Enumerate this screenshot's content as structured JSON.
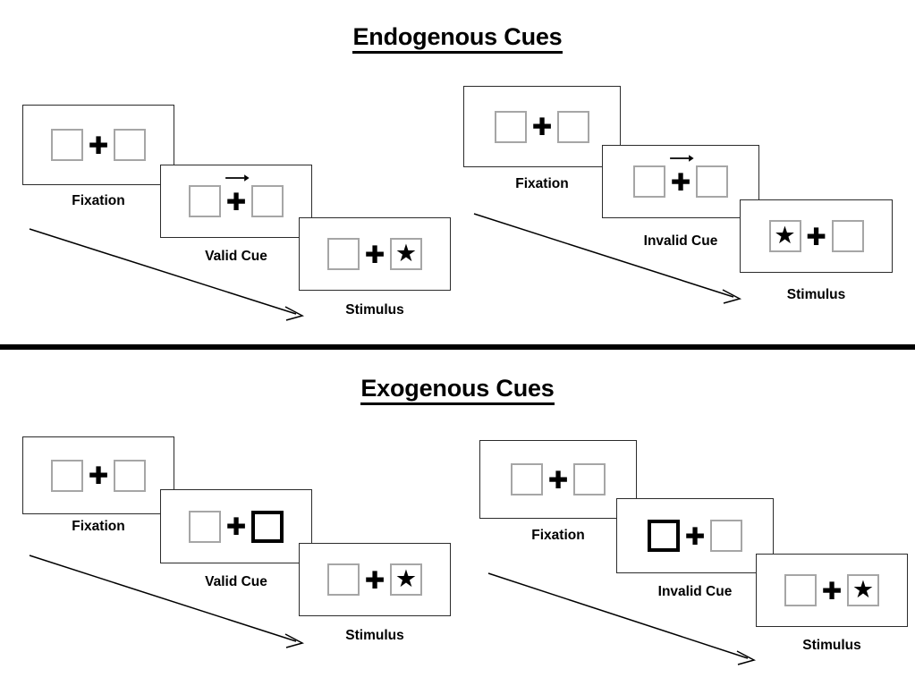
{
  "figure": {
    "title_top": "Endogenous Cues",
    "title_bottom": "Exogenous Cues",
    "colors": {
      "frame_border": "#2b2b2b",
      "box_border": "#a6a6a6",
      "highlight_border": "#000000",
      "ink": "#000000",
      "background": "#ffffff"
    },
    "icons": {
      "fixation_cross": "plus-cross-icon",
      "cue_arrow": "right-arrow-cue-icon",
      "target": "black-star-icon",
      "sequence_arrow": "diagonal-sequence-arrow-icon",
      "divider": "section-divider"
    }
  },
  "sections": [
    {
      "id": "endogenous",
      "title": "Endogenous Cues",
      "conditions": [
        {
          "id": "endogenous-valid",
          "frames": [
            {
              "caption": "Fixation",
              "cue": "none",
              "left_box": "plain",
              "right_box": "plain",
              "target": "none"
            },
            {
              "caption": "Valid Cue",
              "cue": "arrow-right",
              "left_box": "plain",
              "right_box": "plain",
              "target": "none"
            },
            {
              "caption": "Stimulus",
              "cue": "none",
              "left_box": "plain",
              "right_box": "plain",
              "target": "right"
            }
          ]
        },
        {
          "id": "endogenous-invalid",
          "frames": [
            {
              "caption": "Fixation",
              "cue": "none",
              "left_box": "plain",
              "right_box": "plain",
              "target": "none"
            },
            {
              "caption": "Invalid Cue",
              "cue": "arrow-right",
              "left_box": "plain",
              "right_box": "plain",
              "target": "none"
            },
            {
              "caption": "Stimulus",
              "cue": "none",
              "left_box": "plain",
              "right_box": "plain",
              "target": "left"
            }
          ]
        }
      ]
    },
    {
      "id": "exogenous",
      "title": "Exogenous Cues",
      "conditions": [
        {
          "id": "exogenous-valid",
          "frames": [
            {
              "caption": "Fixation",
              "cue": "none",
              "left_box": "plain",
              "right_box": "plain",
              "target": "none"
            },
            {
              "caption": "Valid Cue",
              "cue": "box-highlight",
              "left_box": "plain",
              "right_box": "highlight",
              "target": "none"
            },
            {
              "caption": "Stimulus",
              "cue": "none",
              "left_box": "plain",
              "right_box": "plain",
              "target": "right"
            }
          ]
        },
        {
          "id": "exogenous-invalid",
          "frames": [
            {
              "caption": "Fixation",
              "cue": "none",
              "left_box": "plain",
              "right_box": "plain",
              "target": "none"
            },
            {
              "caption": "Invalid Cue",
              "cue": "box-highlight",
              "left_box": "highlight",
              "right_box": "plain",
              "target": "none"
            },
            {
              "caption": "Stimulus",
              "cue": "none",
              "left_box": "plain",
              "right_box": "plain",
              "target": "right"
            }
          ]
        }
      ]
    }
  ],
  "captions": {
    "fixation": "Fixation",
    "valid_cue": "Valid Cue",
    "invalid_cue": "Invalid Cue",
    "stimulus": "Stimulus"
  }
}
